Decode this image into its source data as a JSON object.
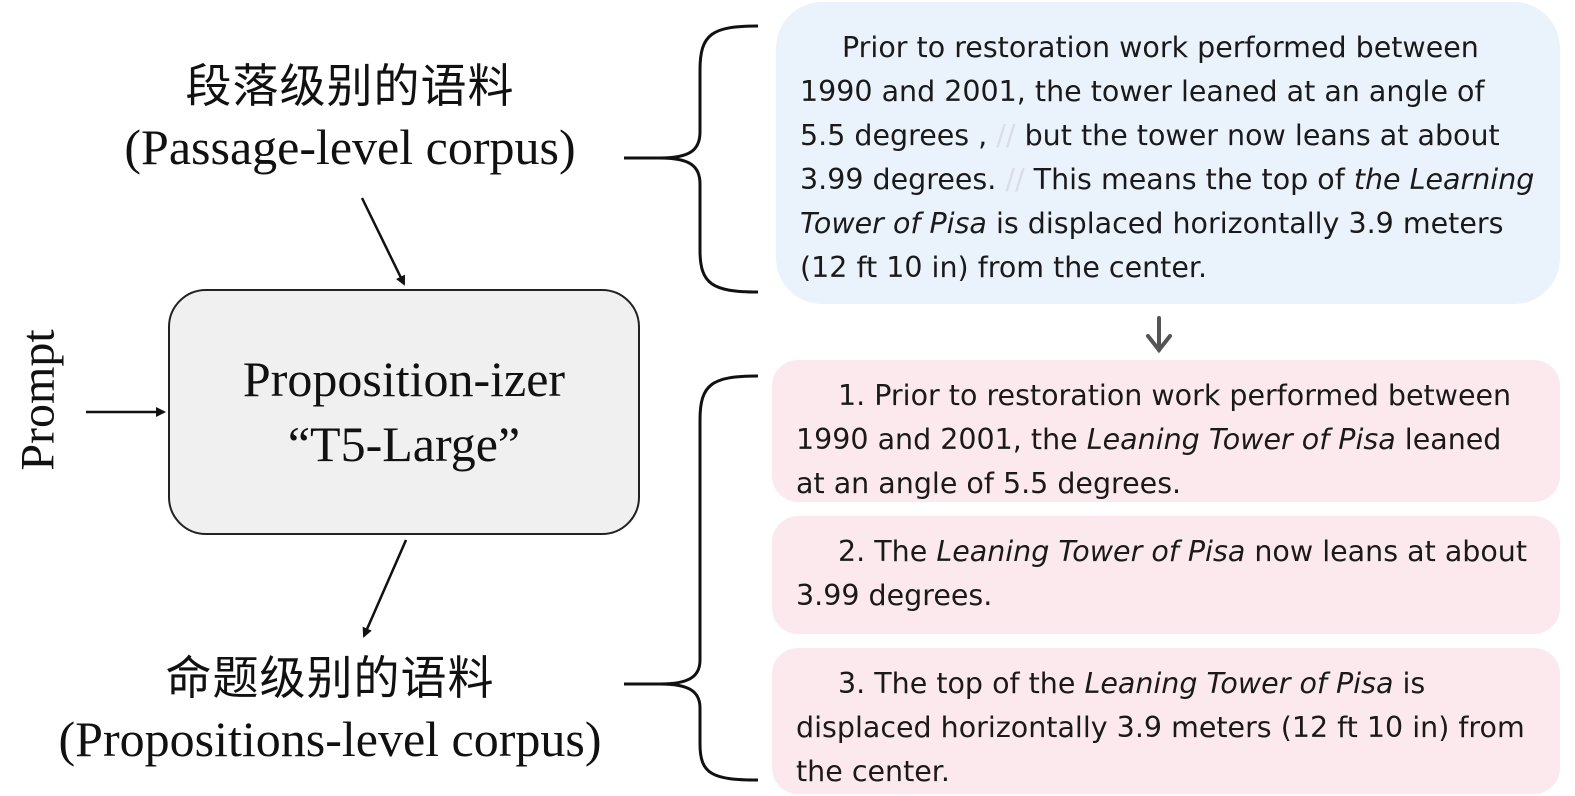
{
  "labels": {
    "passage_cn": "段落级别的语料",
    "passage_en": "(Passage-level corpus)",
    "prop_cn": "命题级别的语料",
    "prop_en": "(Propositions-level corpus)",
    "prompt": "Prompt",
    "model_line1": "Proposition-izer",
    "model_line2": "“T5-Large”"
  },
  "passage": {
    "p1": "Prior to restoration work performed between 1990 and 2001, the tower leaned at an angle of 5.5 degrees ,",
    "sep": "//",
    "p2": "but the tower now leans at about 3.99 degrees.",
    "p3a": "This means the top of",
    "p3b": "the Learning Tower of Pisa",
    "p3c": "is displaced horizontally 3.9 meters (12 ft 10 in) from the center."
  },
  "propositions": [
    {
      "a": "1. Prior to restoration work performed between 1990 and 2001, the",
      "b": "Leaning Tower of Pisa",
      "c": "leaned at an angle of 5.5 degrees."
    },
    {
      "a": "2. The",
      "b": "Leaning Tower of Pisa",
      "c": "now leans at about 3.99 degrees."
    },
    {
      "a": "3. The top of the",
      "b": "Leaning Tower of Pisa",
      "c": "is displaced horizontally 3.9 meters (12 ft 10 in) from the center."
    }
  ],
  "colors": {
    "passage_bg": "#eaf2fc",
    "proposition_bg": "#fbe9ee",
    "model_box_bg": "#f0f0f0",
    "down_arrow": "#555555"
  },
  "icons": {
    "down_arrow": "arrow-down-icon"
  }
}
